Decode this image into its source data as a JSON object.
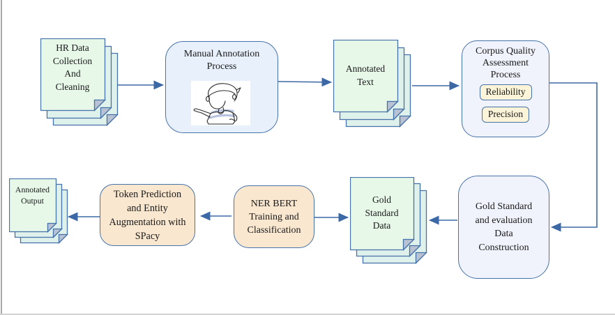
{
  "diagram_title": "HR NER annotation pipeline flowchart",
  "nodes": {
    "hr_docs": {
      "label": "HR Data\nCollection\nAnd\nCleaning"
    },
    "manual_annotation": {
      "label": "Manual Annotation\nProcess"
    },
    "annotated_text": {
      "label": "Annotated\nText"
    },
    "corpus_quality": {
      "label": "Corpus Quality\nAssessment\nProcess",
      "chips": [
        "Reliability",
        "Precision"
      ]
    },
    "gold_construction": {
      "label": "Gold Standard\nand evaluation\nData\nConstruction"
    },
    "gold_data": {
      "label": "Gold\nStandard\nData"
    },
    "ner_bert": {
      "label": "NER BERT\nTraining and\nClassification"
    },
    "token_prediction": {
      "label": "Token Prediction\nand Entity\nAugmentation with\nSPacy"
    },
    "annotated_output": {
      "label": "Annotated\nOutput"
    }
  },
  "icons": {
    "annotator": "person-sketch-icon"
  },
  "colors": {
    "shape_border": "#4672aa",
    "arrow": "#3c68a5",
    "document_fill": "#e7f8e9",
    "document_back_fill": "#dff1eb",
    "fold_fill": "#b9c2d2",
    "blue_process_fill": "#e8f1fb",
    "lavender_process_fill": "#f0f3fb",
    "tan_process_fill": "#f9e7d0",
    "chip_fill": "#fbf4d8",
    "text": "#191919",
    "page_edge_gray": "#a8a8a8"
  }
}
